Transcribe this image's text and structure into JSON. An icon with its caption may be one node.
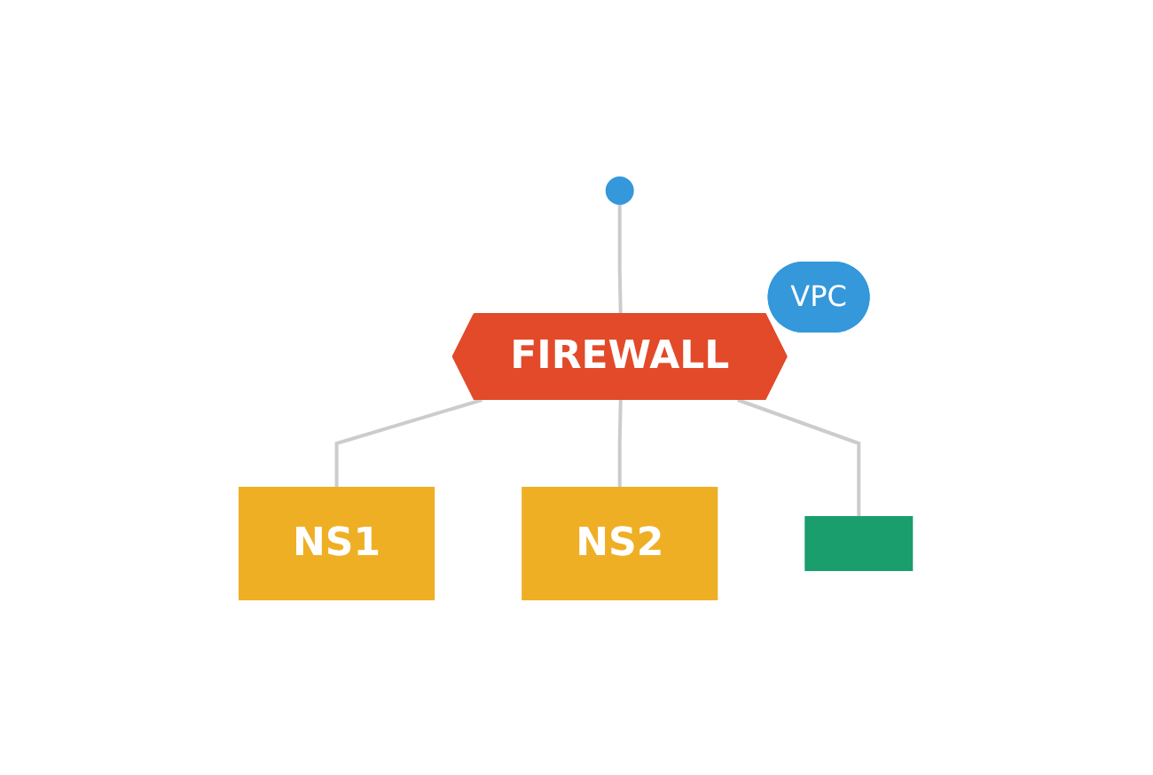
{
  "diagram": {
    "nodes": [
      {
        "text": [],
        "shape": "circle"
      },
      {
        "text": [
          "FIREWALL"
        ],
        "beside": [
          "VPC"
        ]
      },
      {
        "text": [
          "NS1"
        ]
      },
      {
        "text": [
          "NS2"
        ]
      },
      {
        "text": [],
        "shape": "bar"
      }
    ],
    "edges": [
      {
        "from": 0,
        "to": 1,
        "arrow": "none"
      },
      {
        "from": 1,
        "to": 2,
        "arrow": "none"
      },
      {
        "from": 1,
        "to": 3,
        "arrow": "none"
      },
      {
        "from": 1,
        "to": 4,
        "arrow": "none"
      }
    ]
  }
}
